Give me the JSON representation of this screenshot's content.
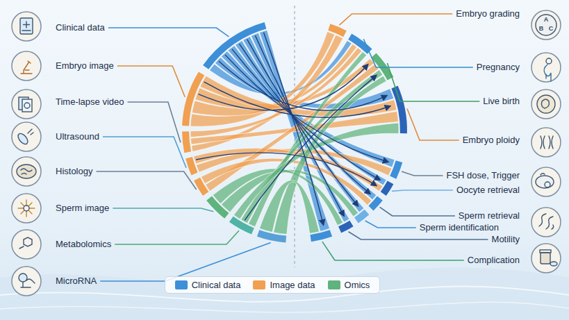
{
  "diagram": {
    "labels": [
      "Clinical data",
      "Embryo image",
      "Time-lapse video",
      "Ultrasound",
      "Histology",
      "Sperm image",
      "Metabolomics",
      "MicroRNA",
      "Embryo grading",
      "Pregnancy",
      "Live birth",
      "Embryo ploidy",
      "FSH dose, Trigger",
      "Oocyte retrieval",
      "Sperm retrieval",
      "Sperm identification",
      "Motility",
      "Complication",
      "A",
      "B",
      "C"
    ],
    "legend": [
      {
        "text": "Clinical data",
        "color": "#3d8fd8"
      },
      {
        "text": "Image data",
        "color": "#f0a050"
      },
      {
        "text": "Omics",
        "color": "#5fb37c"
      }
    ]
  }
}
